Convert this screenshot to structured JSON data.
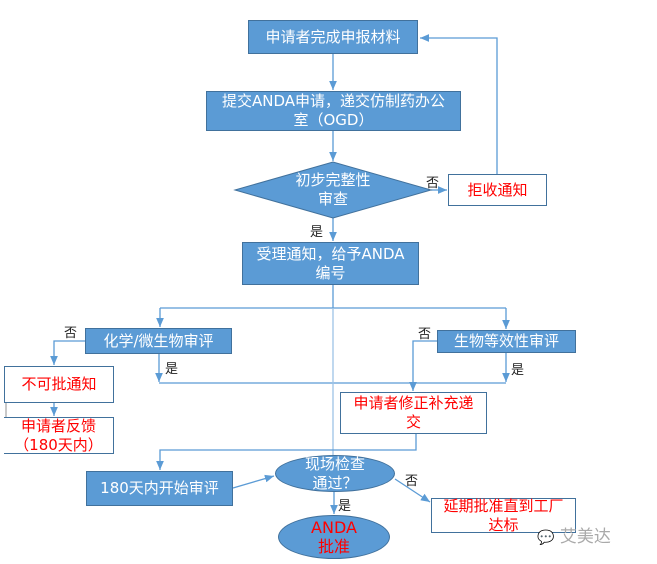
{
  "nodes": {
    "submit_materials": "申请者完成申报材料",
    "submit_anda": "提交ANDA申请，递交仿制药办公室（OGD）",
    "initial_review": "初步完整性审查",
    "reject": "拒收通知",
    "acceptance": "受理通知，给予ANDA编号",
    "chem_review": "化学/微生物审评",
    "bio_review": "生物等效性审评",
    "not_approvable": "不可批通知",
    "applicant_feedback": "申请者反馈（180天内）",
    "applicant_revise": "申请者修正补充递交",
    "start_review": "180天内开始审评",
    "site_inspection": "现场检查通过？",
    "anda_approved": "ANDA批准",
    "delay_approval": "延期批准直到工厂达标"
  },
  "labels": {
    "no": "否",
    "yes": "是"
  },
  "watermark": "艾美达"
}
